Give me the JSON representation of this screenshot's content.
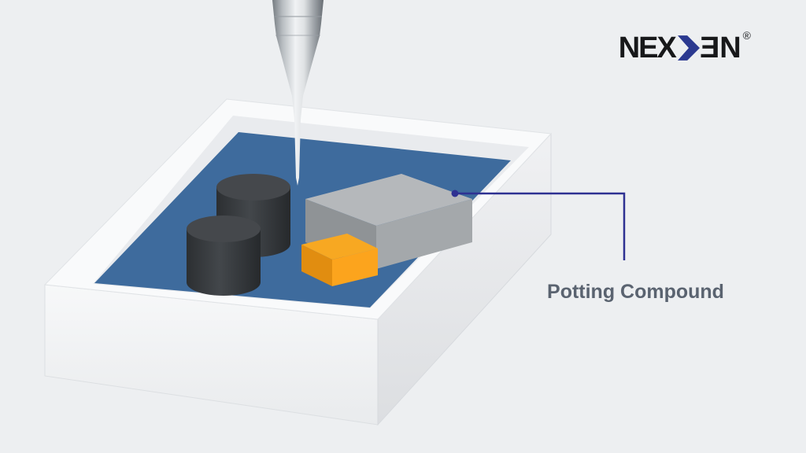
{
  "page": {
    "background": "#edeff1"
  },
  "logo": {
    "prefix": "NEX",
    "suffix_e": "E",
    "suffix_n": "N",
    "registered": "®",
    "chevron_color": "#2b3990",
    "text_color": "#17181a"
  },
  "callout": {
    "label": "Potting Compound",
    "line_color": "#2e3192",
    "label_color": "#5a6370"
  },
  "scene": {
    "compound_color": "#3e6b9d",
    "enclosure_top": "#f9fafb",
    "enclosure_cavity": "#e9ebee",
    "cylinder_top": "#45484c",
    "component_top": "#b5b8bb",
    "component_left": "#8f9396",
    "component_right": "#a4a8ab",
    "orange_top": "#f7a822",
    "orange_left": "#e18d10",
    "orange_right": "#fca41d"
  }
}
